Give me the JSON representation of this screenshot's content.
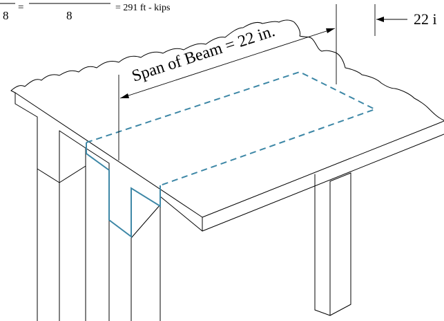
{
  "formula": {
    "lhs_numerator": "",
    "lhs_denominator": "8",
    "equals_1": "=",
    "rhs_numerator": "",
    "rhs_denominator": "8",
    "result": "= 291 ft - kips"
  },
  "labels": {
    "span_of_beam": "Span of Beam = 22 in.",
    "flange_width_partial": "22 i"
  },
  "colors": {
    "section_outline": "#3d87a6",
    "line": "#000000",
    "background": "#ffffff"
  }
}
